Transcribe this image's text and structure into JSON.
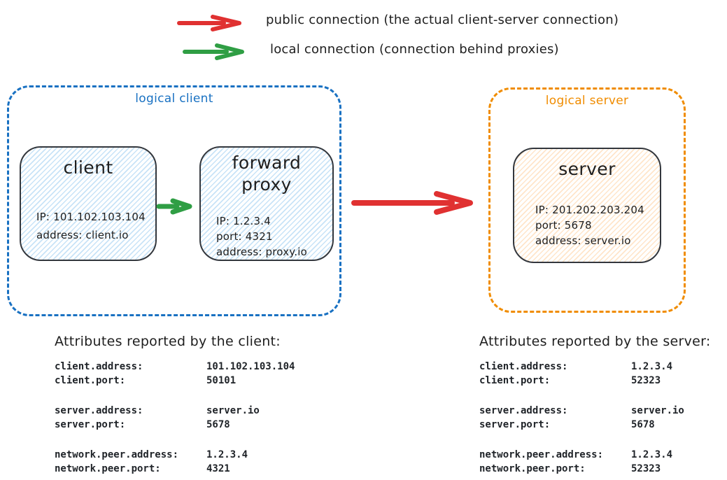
{
  "legend": {
    "items": [
      {
        "label": "public connection (the actual client-server connection)",
        "color": "#e03131",
        "icon": "red-arrow-icon"
      },
      {
        "label": "local connection (connection behind proxies)",
        "color": "#2f9e44",
        "icon": "green-arrow-icon"
      }
    ]
  },
  "diagram": {
    "logical_client": {
      "label": "logical client",
      "border_color": "#1971c2",
      "client_node": {
        "title": "client",
        "lines": [
          "IP: 101.102.103.104",
          "address: client.io"
        ]
      },
      "proxy_node": {
        "title": "forward proxy",
        "lines": [
          "IP: 1.2.3.4",
          "port: 4321",
          "address: proxy.io"
        ]
      }
    },
    "logical_server": {
      "label": "logical server",
      "border_color": "#f08c00",
      "server_node": {
        "title": "server",
        "lines": [
          "IP: 201.202.203.204",
          "port: 5678",
          "address: server.io"
        ]
      }
    },
    "connections": [
      {
        "name": "local-connection",
        "color": "#2f9e44"
      },
      {
        "name": "public-connection",
        "color": "#e03131"
      }
    ]
  },
  "client_attributes": {
    "heading": "Attributes reported by the client:",
    "groups": [
      {
        "rows": [
          {
            "key": "client.address:",
            "value": "101.102.103.104"
          },
          {
            "key": "client.port:",
            "value": "50101"
          }
        ]
      },
      {
        "rows": [
          {
            "key": "server.address:",
            "value": "server.io"
          },
          {
            "key": "server.port:",
            "value": "5678"
          }
        ]
      },
      {
        "rows": [
          {
            "key": "network.peer.address:",
            "value": "1.2.3.4"
          },
          {
            "key": "network.peer.port:",
            "value": "4321"
          }
        ]
      }
    ]
  },
  "server_attributes": {
    "heading": "Attributes reported by the server:",
    "groups": [
      {
        "rows": [
          {
            "key": "client.address:",
            "value": "1.2.3.4"
          },
          {
            "key": "client.port:",
            "value": "52323"
          }
        ]
      },
      {
        "rows": [
          {
            "key": "server.address:",
            "value": "server.io"
          },
          {
            "key": "server.port:",
            "value": "5678"
          }
        ]
      },
      {
        "rows": [
          {
            "key": "network.peer.address:",
            "value": "1.2.3.4"
          },
          {
            "key": "network.peer.port:",
            "value": "52323"
          }
        ]
      }
    ]
  }
}
